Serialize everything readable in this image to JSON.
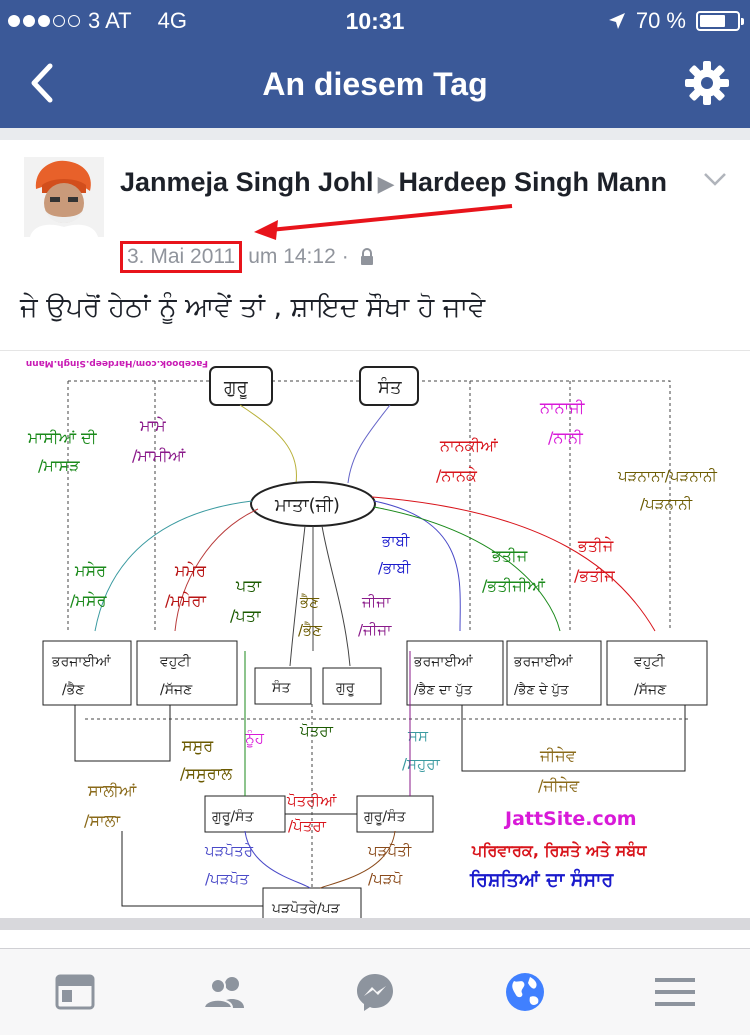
{
  "status_bar": {
    "carrier": "3 AT",
    "network": "4G",
    "time": "10:31",
    "battery_percent": "70 %",
    "battery_level": 0.7
  },
  "nav": {
    "title": "An diesem Tag"
  },
  "post": {
    "author": "Janmeja Singh Johl",
    "recipient": "Hardeep Singh Mann",
    "date": "3. Mai 2011",
    "time": "um 14:12",
    "separator": "·",
    "text": "ਜੇ ਉਪਰੋਂ ਹੇਠਾਂ ਨੂੰ ਆਵੇਂ ਤਾਂ , ਸ਼ਾਇਦ ਸੌਖਾ ਹੋ ਜਾਵੇ"
  },
  "diagram": {
    "watermark": "Facebook.com/Hardeep.Singh.Mann",
    "site_text": "JattSite.com",
    "colors": {
      "green": "#1b8a1b",
      "purple": "#8a1a8a",
      "red": "#d8141b",
      "magenta": "#d81ad8",
      "olive": "#6b5a00",
      "blue": "#1a1acc",
      "brown": "#8a6a1a"
    }
  },
  "colors": {
    "brand": "#3b5998",
    "annotation": "#e8141b",
    "meta_text": "#90949c"
  },
  "tab_bar": {
    "items": [
      "news-feed",
      "friends",
      "messenger",
      "notifications",
      "menu"
    ],
    "active": "notifications"
  }
}
